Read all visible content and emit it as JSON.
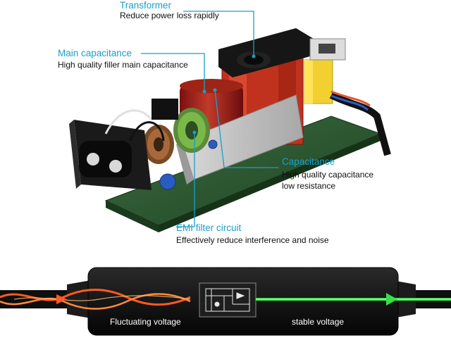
{
  "callouts": {
    "transformer": {
      "title": "Transformer",
      "desc": "Reduce power loss rapidly"
    },
    "main_capacitance": {
      "title": "Main capacitance",
      "desc": "High quality filler main capacitance"
    },
    "capacitance": {
      "title": "Capacitance",
      "desc_1": "High quality capacitance",
      "desc_2": "low resistance"
    },
    "emi_filter": {
      "title": "EMI filter circuit",
      "desc": "Effectively reduce interference and noise"
    }
  },
  "adapter": {
    "input_label": "Fluctuating voltage",
    "output_label": "stable voltage",
    "input_wave_color": "#ff5a1f",
    "output_line_color": "#35e04a"
  },
  "colors": {
    "callout_accent": "#1a9ec9"
  }
}
